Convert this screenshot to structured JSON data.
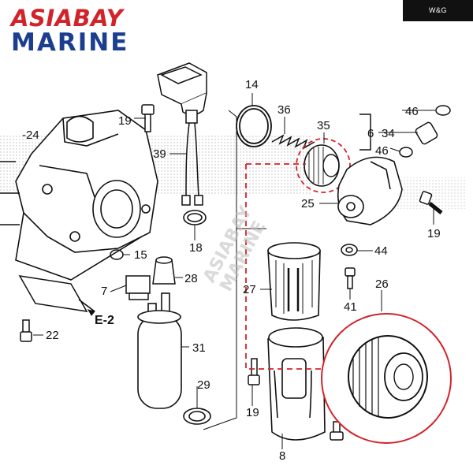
{
  "brand": {
    "line1": "ASIABAY",
    "line2": "MARINE"
  },
  "badge": {
    "text": "W&G"
  },
  "watermark": {
    "line1": "ASIABAY",
    "line2": "MARINE"
  },
  "labels": {
    "p24": "-24",
    "p19a": "19",
    "p39": "39",
    "p14": "14",
    "p36": "36",
    "p35": "35",
    "p46a": "46",
    "p6": "6",
    "p34": "34",
    "p46b": "46",
    "p25": "25",
    "p19b": "19",
    "p18": "18",
    "p15": "15",
    "p44": "44",
    "p28": "28",
    "p7": "7",
    "p27": "27",
    "p41": "41",
    "e2": "E-2",
    "p22": "22",
    "p26": "26",
    "p31": "31",
    "p29": "29",
    "p19c": "19",
    "p8": "8"
  },
  "colors": {
    "highlight": "#d2232a",
    "ink": "#111111",
    "hatch": "#9a9a9a"
  }
}
